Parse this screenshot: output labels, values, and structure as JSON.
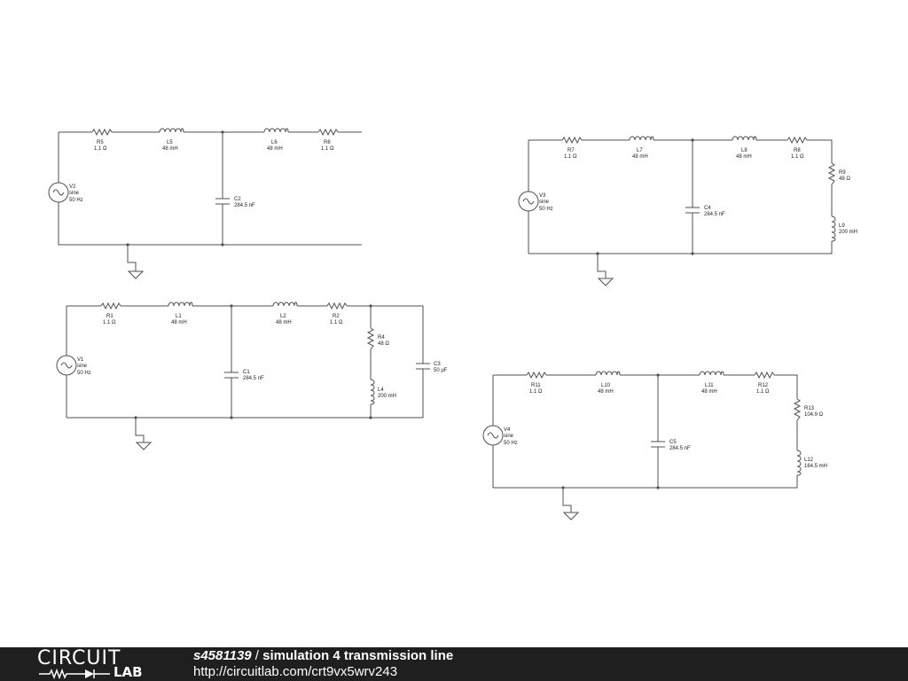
{
  "circuits": [
    {
      "id": "c1",
      "labels": [
        {
          "name": "R5",
          "value": "1.1 Ω"
        },
        {
          "name": "L5",
          "value": "48 mH"
        },
        {
          "name": "L6",
          "value": "48 mH"
        },
        {
          "name": "R6",
          "value": "1.1 Ω"
        },
        {
          "name": "C2",
          "value": "284.5 nF"
        },
        {
          "name": "V2",
          "value": "sine",
          "value2": "50 Hz"
        }
      ]
    },
    {
      "id": "c2",
      "labels": [
        {
          "name": "R7",
          "value": "1.1 Ω"
        },
        {
          "name": "L7",
          "value": "48 mH"
        },
        {
          "name": "L8",
          "value": "48 mH"
        },
        {
          "name": "R8",
          "value": "1.1 Ω"
        },
        {
          "name": "R9",
          "value": "48 Ω"
        },
        {
          "name": "L9",
          "value": "200 mH"
        },
        {
          "name": "C4",
          "value": "284.5 nF"
        },
        {
          "name": "V3",
          "value": "sine",
          "value2": "50 Hz"
        }
      ]
    },
    {
      "id": "c3",
      "labels": [
        {
          "name": "R1",
          "value": "1.1 Ω"
        },
        {
          "name": "L1",
          "value": "48 mH"
        },
        {
          "name": "L2",
          "value": "48 mH"
        },
        {
          "name": "R2",
          "value": "1.1 Ω"
        },
        {
          "name": "R4",
          "value": "48 Ω"
        },
        {
          "name": "L4",
          "value": "200 mH"
        },
        {
          "name": "C1",
          "value": "284.5 nF"
        },
        {
          "name": "C3",
          "value": "50 µF"
        },
        {
          "name": "V1",
          "value": "sine",
          "value2": "50 Hz"
        }
      ]
    },
    {
      "id": "c4",
      "labels": [
        {
          "name": "R11",
          "value": "1.1 Ω"
        },
        {
          "name": "L10",
          "value": "48 mH"
        },
        {
          "name": "L11",
          "value": "48 mH"
        },
        {
          "name": "R12",
          "value": "1.1 Ω"
        },
        {
          "name": "R13",
          "value": "104.9 Ω"
        },
        {
          "name": "L12",
          "value": "164.5 mH"
        },
        {
          "name": "C5",
          "value": "284.5 nF"
        },
        {
          "name": "V4",
          "value": "sine",
          "value2": "50 Hz"
        }
      ]
    }
  ],
  "footer": {
    "logo_top": "CIRCUIT",
    "logo_bottom": "LAB",
    "user": "s4581139",
    "separator": " / ",
    "title": "simulation 4 transmission line",
    "url": "http://circuitlab.com/crt9vx5wrv243"
  },
  "colors": {
    "wire": "#505050",
    "text": "#222222",
    "footer_bg": "#1f1f1f",
    "footer_text": "#ffffff"
  }
}
